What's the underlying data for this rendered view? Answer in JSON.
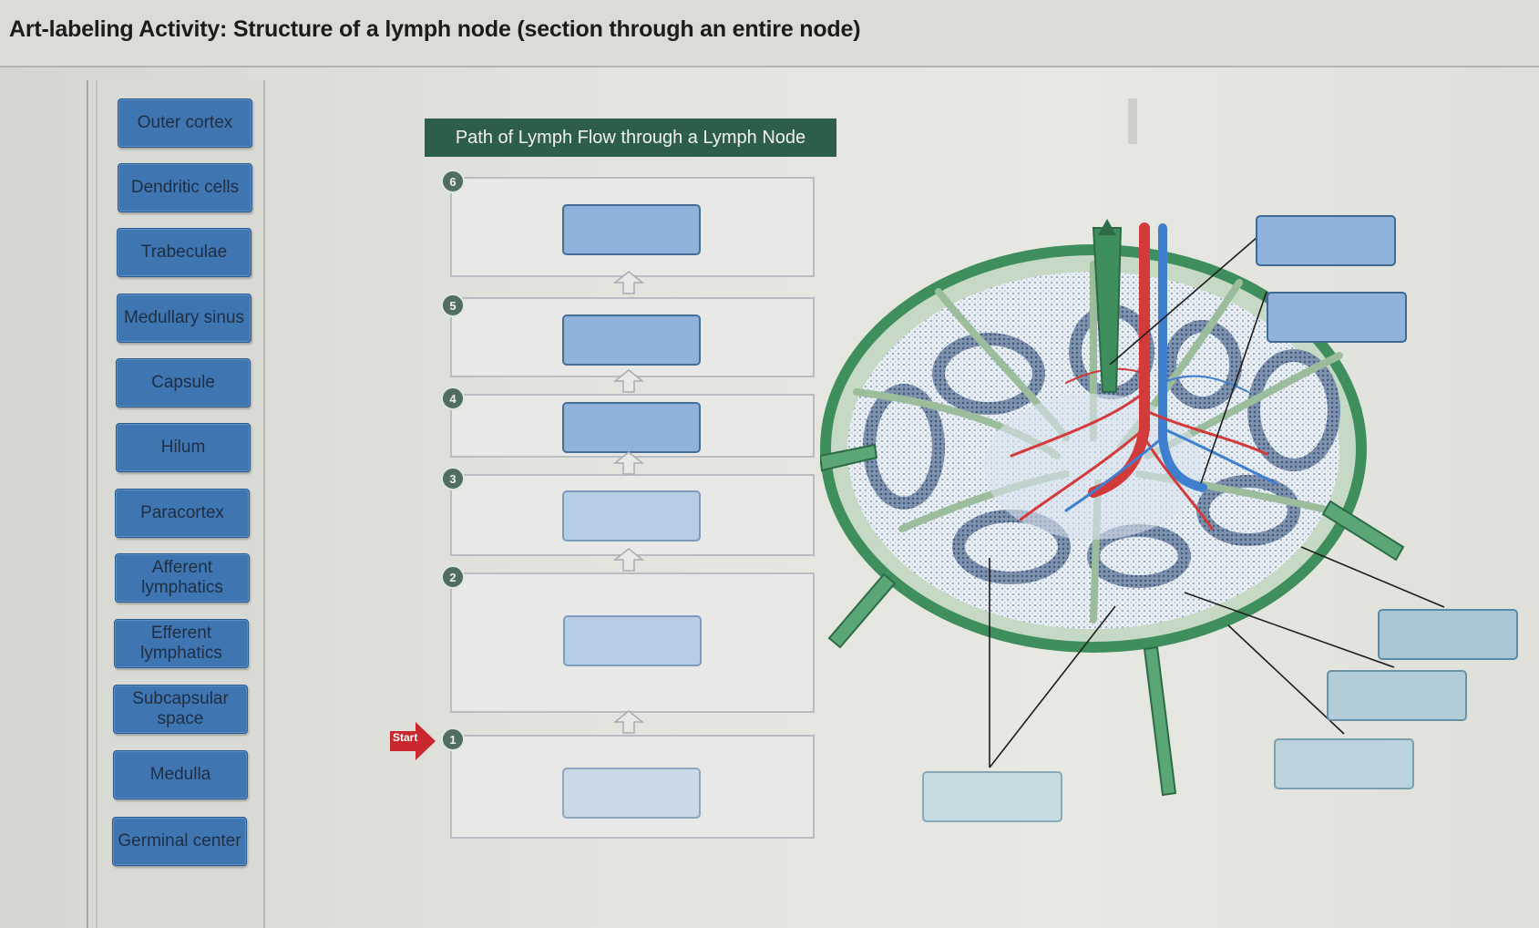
{
  "title": "Art-labeling Activity: Structure of a lymph node (section through an entire node)",
  "label_bank": [
    {
      "text": "Outer cortex"
    },
    {
      "text": "Dendritic cells"
    },
    {
      "text": "Trabeculae"
    },
    {
      "text": "Medullary sinus"
    },
    {
      "text": "Capsule"
    },
    {
      "text": "Hilum"
    },
    {
      "text": "Paracortex"
    },
    {
      "text": "Afferent lymphatics"
    },
    {
      "text": "Efferent lymphatics"
    },
    {
      "text": "Subcapsular space"
    },
    {
      "text": "Medulla"
    },
    {
      "text": "Germinal center"
    }
  ],
  "flow_panel": {
    "header": "Path of Lymph Flow through a Lymph Node",
    "start_label": "Start",
    "steps": [
      "6",
      "5",
      "4",
      "3",
      "2",
      "1"
    ]
  },
  "colors": {
    "chip_blue": "#3f76b2",
    "header_green": "#2c5e4a",
    "drop_blue": "#8fb2da",
    "start_red": "#c8282e",
    "artery_red": "#d33a3a",
    "vein_blue": "#3f7fd0",
    "lymph_green": "#3f8f5e"
  }
}
